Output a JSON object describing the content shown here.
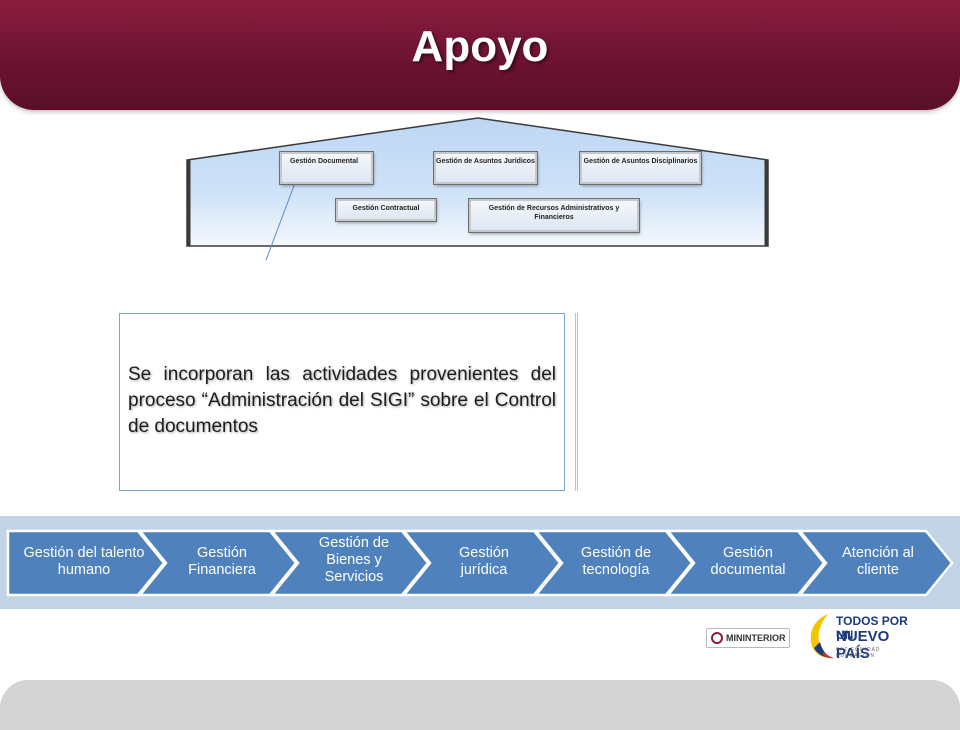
{
  "title": "Apoyo",
  "house": {
    "boxes": [
      "Gestión Documental",
      "Gestión de Asuntos Jurídicos",
      "Gestión de Asuntos Disciplinarios",
      "Gestión Contractual",
      "Gestión de Recursos Administrativos y Financieros"
    ]
  },
  "callout": {
    "text": "Se incorporan las actividades provenientes del proceso “Administración del SIGI” sobre el Control de documentos"
  },
  "processes": [
    "Gestión del talento humano",
    "Gestión Financiera",
    "Gestión de Bienes y Servicios",
    "Gestión jurídica",
    "Gestión de tecnología",
    "Gestión documental",
    "Atención al cliente"
  ],
  "logos": {
    "mininterior": "MININTERIOR",
    "tpn_line1": "TODOS POR UN",
    "tpn_line2": "NUEVO PAÍS",
    "tpn_line3": "PAZ  EQUIDAD  EDUCACIÓN"
  },
  "colors": {
    "title_bar": "#6a1230",
    "chevron_fill": "#4f81bd",
    "band": "#c3d3e6"
  }
}
